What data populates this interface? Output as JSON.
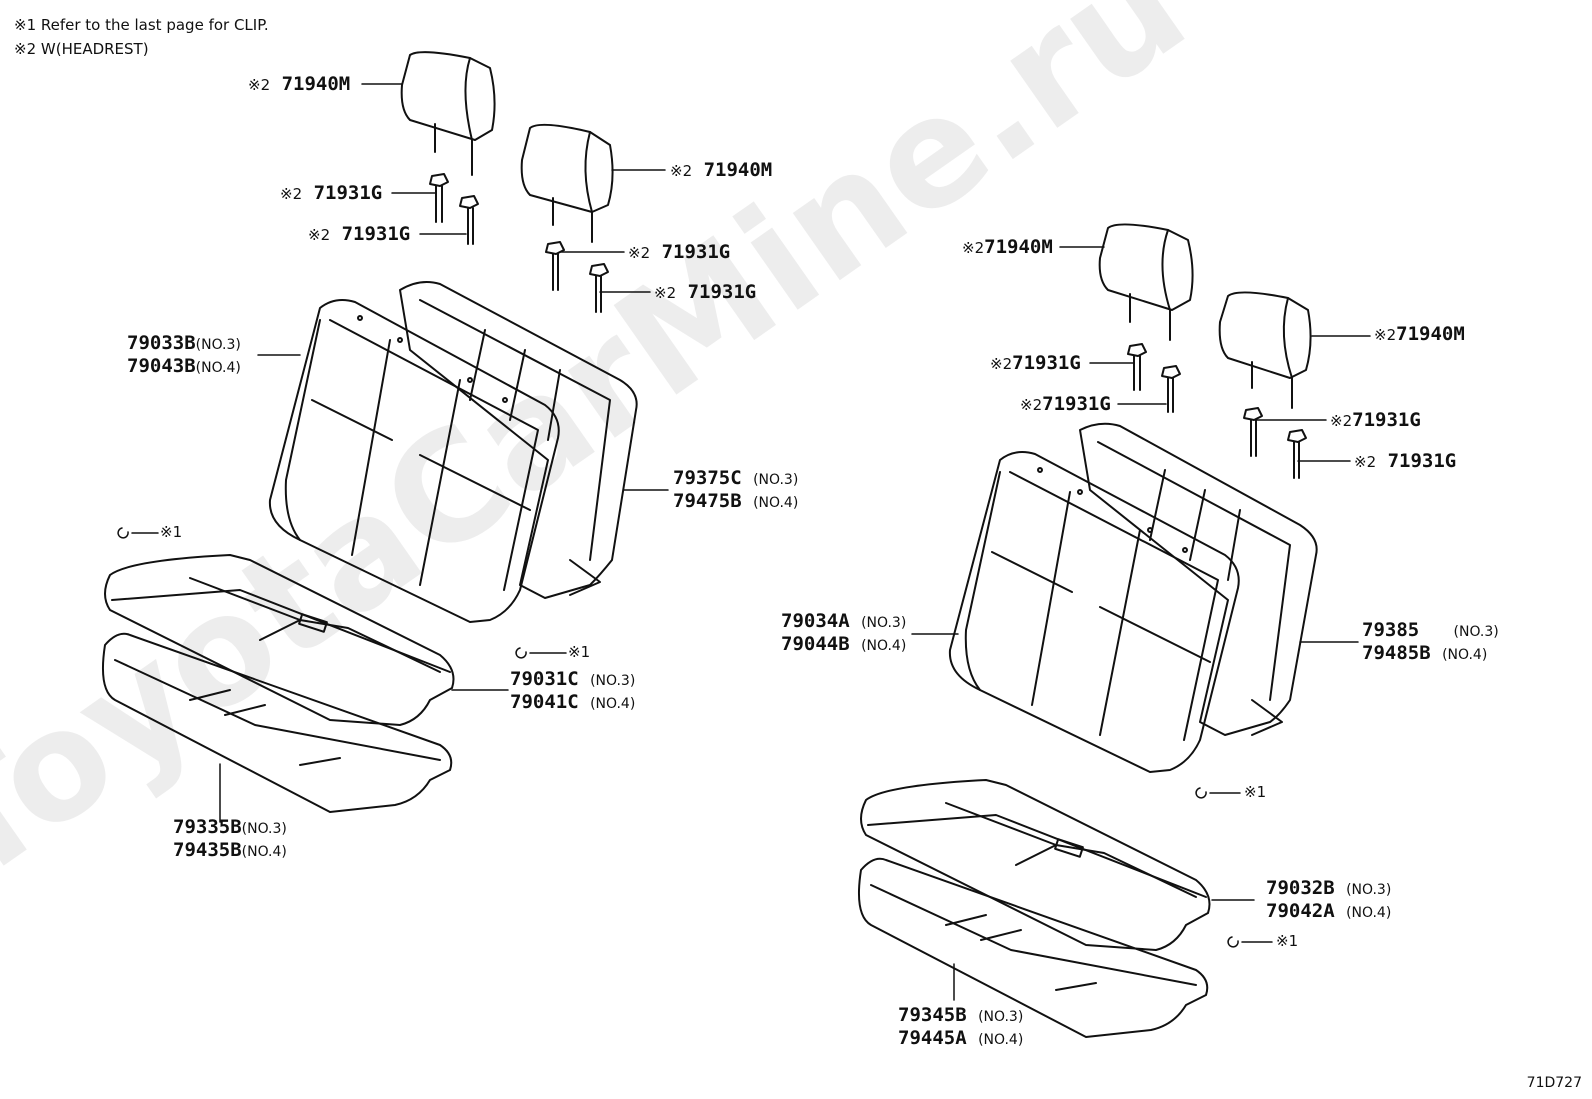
{
  "notes": [
    "※1 Refer to the last page for CLIP.",
    "※2 W(HEADREST)"
  ],
  "watermark": "ToyotaCarMine.ru",
  "figure_code": "71D727",
  "clip_label": "※1",
  "mark2": "※2",
  "left": {
    "headrest_1": "71940M",
    "headrest_2": "71940M",
    "guide_1": "71931G",
    "guide_2": "71931G",
    "guide_3": "71931G",
    "guide_4": "71931G",
    "back_cover_a": "79033B",
    "back_cover_a_no": "(NO.3)",
    "back_cover_b": "79043B",
    "back_cover_b_no": "(NO.4)",
    "back_pad_a": "79375C",
    "back_pad_a_no": "(NO.3)",
    "back_pad_b": "79475B",
    "back_pad_b_no": "(NO.4)",
    "cush_cover_a": "79031C",
    "cush_cover_a_no": "(NO.3)",
    "cush_cover_b": "79041C",
    "cush_cover_b_no": "(NO.4)",
    "cush_pad_a": "79335B",
    "cush_pad_a_no": "(NO.3)",
    "cush_pad_b": "79435B",
    "cush_pad_b_no": "(NO.4)"
  },
  "right": {
    "headrest_1": "71940M",
    "headrest_2": "71940M",
    "guide_1": "71931G",
    "guide_2": "71931G",
    "guide_3": "71931G",
    "guide_4": "71931G",
    "back_cover_a": "79034A",
    "back_cover_a_no": "(NO.3)",
    "back_cover_b": "79044B",
    "back_cover_b_no": "(NO.4)",
    "back_pad_a": "79385",
    "back_pad_a_no": "(NO.3)",
    "back_pad_b": "79485B",
    "back_pad_b_no": "(NO.4)",
    "cush_cover_a": "79032B",
    "cush_cover_a_no": "(NO.3)",
    "cush_cover_b": "79042A",
    "cush_cover_b_no": "(NO.4)",
    "cush_pad_a": "79345B",
    "cush_pad_a_no": "(NO.3)",
    "cush_pad_b": "79445A",
    "cush_pad_b_no": "(NO.4)"
  }
}
